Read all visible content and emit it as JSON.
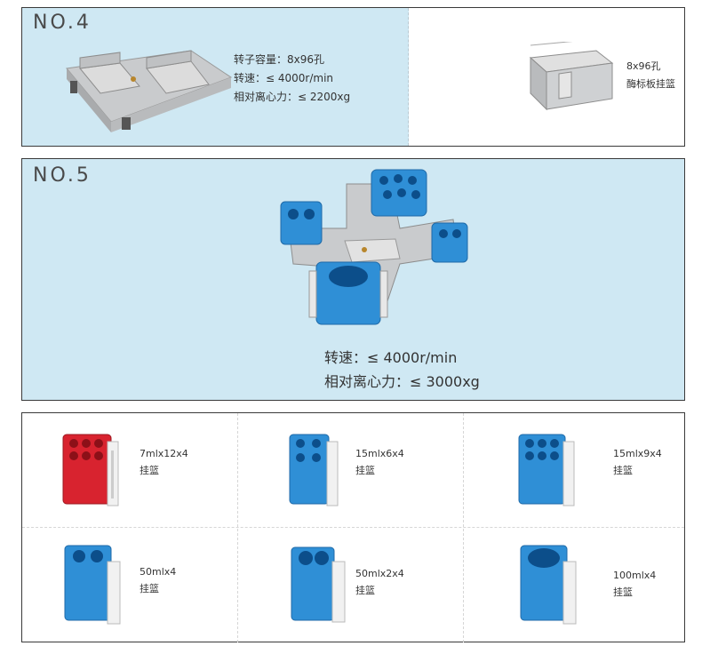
{
  "no4": {
    "heading": "NO.4",
    "spec_capacity": "转子容量：8x96孔",
    "spec_speed": "转速：≤ 4000r/min",
    "spec_rcf": "相对离心力：≤ 2200xg",
    "basket_spec": "8x96孔",
    "basket_name": "酶标板挂篮"
  },
  "no5": {
    "heading": "NO.5",
    "spec_speed": "转速：≤ 4000r/min",
    "spec_rcf": "相对离心力：≤ 3000xg"
  },
  "buckets": [
    {
      "spec": "7mlx12x4",
      "name": "挂篮"
    },
    {
      "spec": "15mlx6x4",
      "name": "挂篮"
    },
    {
      "spec": "15mlx9x4",
      "name": "挂篮"
    },
    {
      "spec": "50mlx4",
      "name": "挂篮"
    },
    {
      "spec": "50mlx2x4",
      "name": "挂篮"
    },
    {
      "spec": "100mlx4",
      "name": "挂篮"
    }
  ],
  "colors": {
    "panel_blue": "#cfe8f3",
    "adapter_blue": "#2f8fd6",
    "adapter_red": "#d8232f",
    "metal": "#c9cbcd"
  }
}
